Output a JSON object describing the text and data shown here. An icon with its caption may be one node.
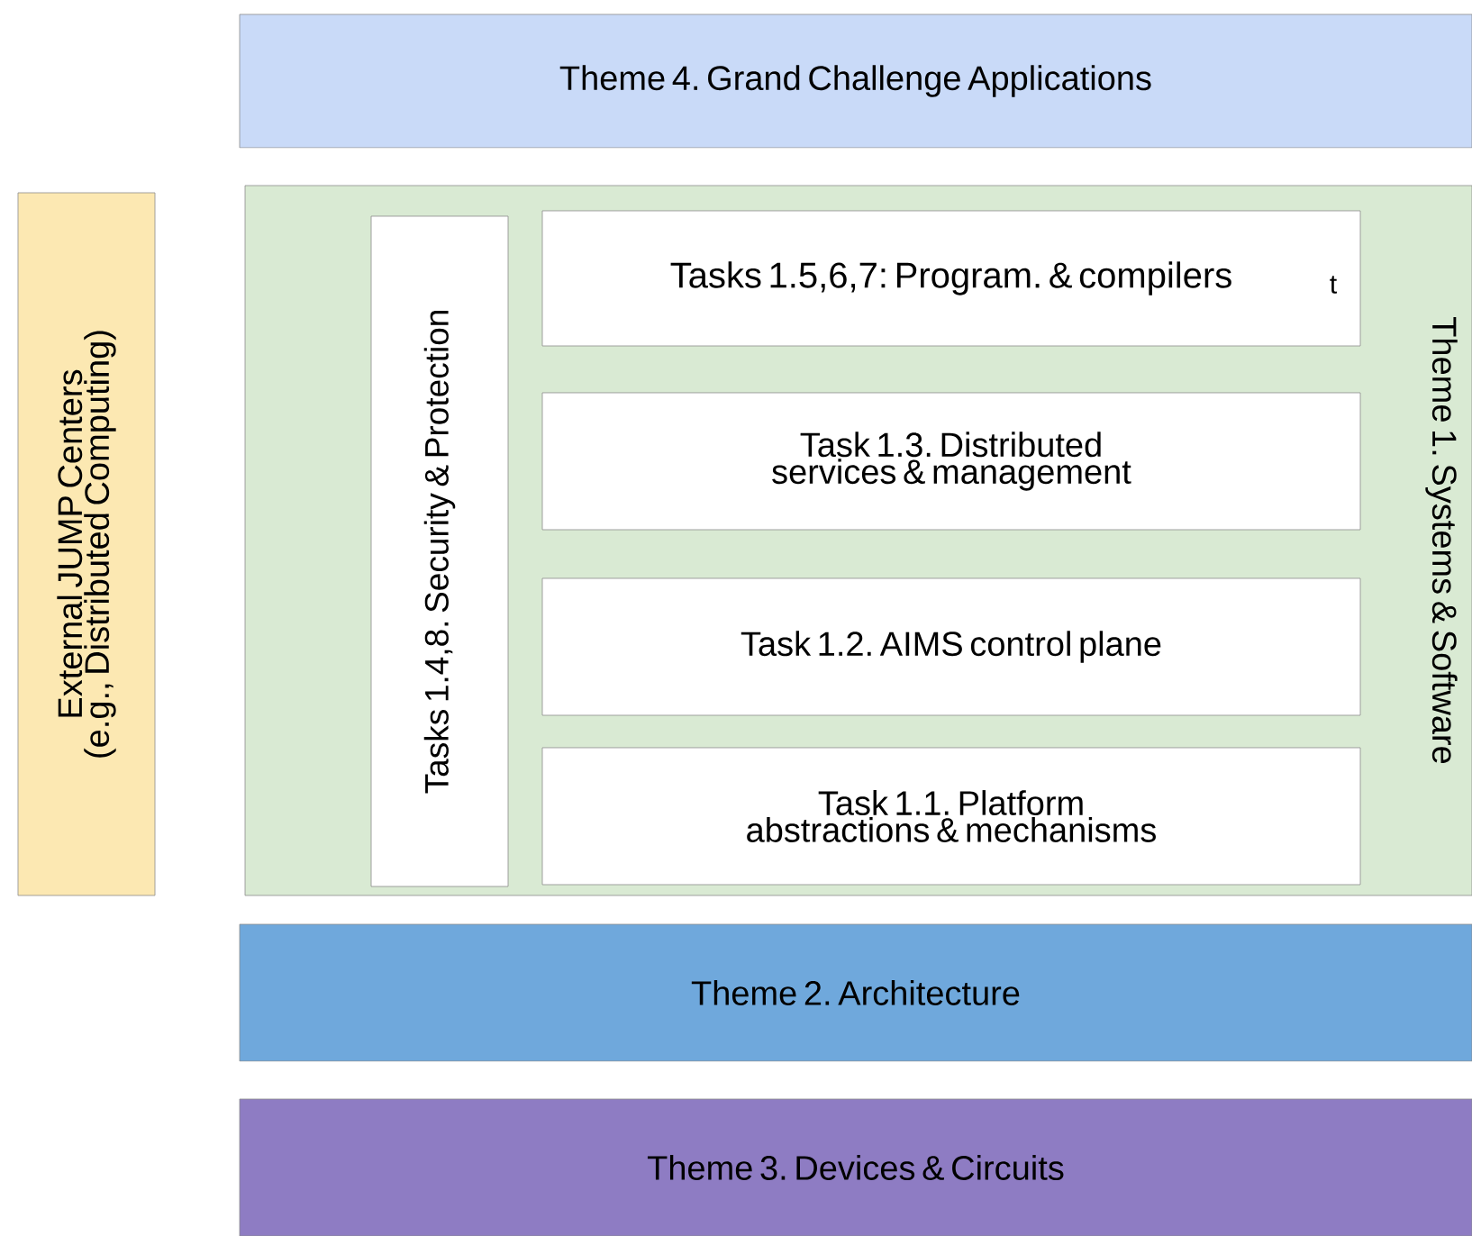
{
  "diagram": {
    "nodes": [
      {
        "text": [
          "Theme 4. Grand Challenge Applications"
        ]
      },
      {
        "text": [
          "External JUMP Centers (e.g., Distributed Computing)"
        ]
      },
      {
        "text": [
          "Theme 1. Systems & Software"
        ]
      },
      {
        "text": [
          "Tasks 1.4,8.  Security & Protection"
        ],
        "in": 2
      },
      {
        "text": [
          "Tasks 1.5,6,7: Program. & compilers"
        ],
        "in": 2
      },
      {
        "text": [
          "Task 1.3. Distributed services & management"
        ],
        "in": 2
      },
      {
        "text": [
          "Task 1.2. AIMS control plane"
        ],
        "in": 2
      },
      {
        "text": [
          "Task 1.1. Platform abstractions & mechanisms"
        ],
        "in": 2
      },
      {
        "text": [
          "Theme 2. Architecture"
        ]
      },
      {
        "text": [
          "Theme 3. Devices & Circuits"
        ]
      }
    ],
    "labels": [
      "t"
    ]
  }
}
